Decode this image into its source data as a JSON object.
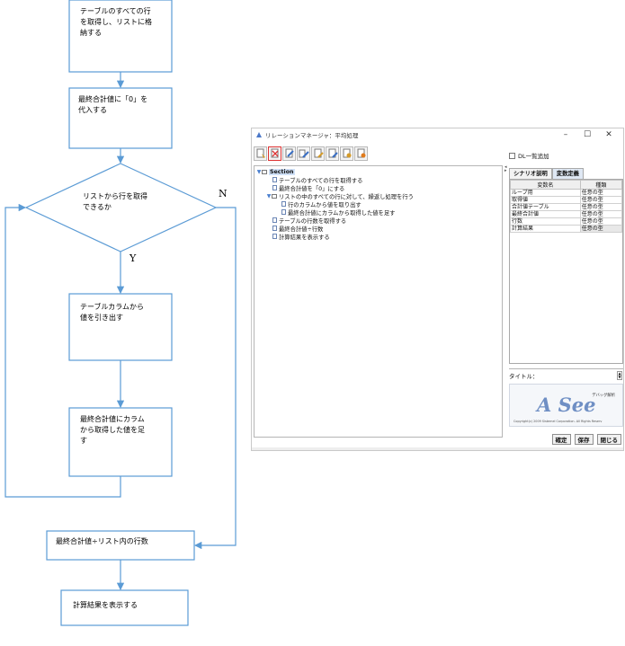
{
  "flowchart": {
    "step1": [
      "テーブルのすべての行",
      "を取得し、リストに格",
      "納する"
    ],
    "step2": [
      "最終合計値に「0」を",
      "代入する"
    ],
    "decision": [
      "リストから行を取得",
      "できるか"
    ],
    "yes_label": "Y",
    "no_label": "N",
    "step3": [
      "テーブルカラムから",
      "値を引き出す"
    ],
    "step4": [
      "最終合計値にカラム",
      "から取得した値を足",
      "す"
    ],
    "step5": [
      "最終合計値÷リスト内の行数"
    ],
    "step6": [
      "計算結果を表示する"
    ]
  },
  "window": {
    "title": "リレーションマネージャ：平均処理",
    "controls": {
      "minimize": "–",
      "maximize": "☐",
      "close": "✕"
    },
    "toolbar_icons": [
      "new-icon",
      "delete-icon",
      "edit-icon",
      "copy-icon",
      "move-icon",
      "export-icon",
      "import-icon",
      "settings-icon"
    ],
    "dl_checkbox_label": "DL一覧追加",
    "tree": {
      "root_label": "Section",
      "items": [
        "テーブルのすべての行を取得する",
        "最終合計値を「0」にする",
        "リストの中のすべての行に対して、繰返し処理を行う",
        "行のカラムから値を取り出す",
        "最終合計値にカラムから取得した値を足す",
        "テーブルの行数を取得する",
        "最終合計値÷行数",
        "計算結果を表示する"
      ]
    },
    "tabs": [
      "シナリオ説明",
      "変数定義"
    ],
    "table": {
      "headers": [
        "変数名",
        "種類"
      ],
      "rows": [
        [
          "ループ用",
          "任意の型"
        ],
        [
          "取得値",
          "任意の型"
        ],
        [
          "合計値テーブル",
          "任意の型"
        ],
        [
          "最終合計値",
          "任意の型"
        ],
        [
          "行数",
          "任意の型"
        ],
        [
          "計算結果",
          "任意の型"
        ]
      ]
    },
    "title_field_label": "タイトル：",
    "logo": {
      "main": "A See",
      "subtitle": "デバッグ解析",
      "copyright": "Copyright(c) 2009 Sistemel Corporation. All Rights Reserv"
    },
    "buttons": {
      "ok": "確定",
      "save": "保存",
      "close": "閉じる"
    }
  }
}
